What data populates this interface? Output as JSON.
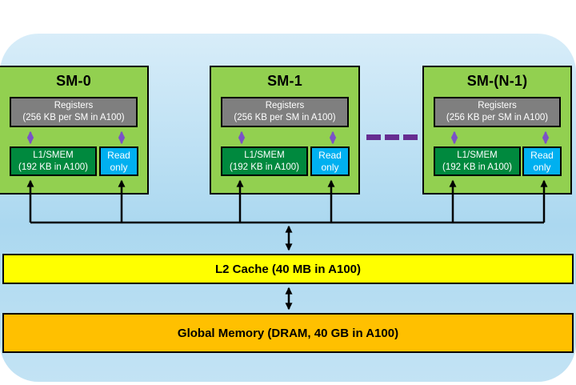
{
  "colors": {
    "sm_green": "#92D050",
    "registers_gray": "#7F7F7F",
    "l1_green": "#00893E",
    "readonly_blue": "#00B0F0",
    "l2_yellow": "#FFFF00",
    "global_orange": "#FFC000",
    "arrow_purple": "#7B52C7",
    "dash_purple": "#662D91",
    "line_black": "#000000",
    "text_white": "#FFFFFF",
    "text_black": "#000000",
    "panel_blue": "#ABD8F0"
  },
  "sm_units": [
    {
      "title": "SM-0",
      "registers": {
        "line1": "Registers",
        "line2": "(256 KB per SM in A100)"
      },
      "l1": {
        "line1": "L1/SMEM",
        "line2": "(192 KB in A100)"
      },
      "read_only": {
        "line1": "Read",
        "line2": "only"
      }
    },
    {
      "title": "SM-1",
      "registers": {
        "line1": "Registers",
        "line2": "(256 KB per SM in A100)"
      },
      "l1": {
        "line1": "L1/SMEM",
        "line2": "(192 KB in A100)"
      },
      "read_only": {
        "line1": "Read",
        "line2": "only"
      }
    },
    {
      "title": "SM-(N-1)",
      "registers": {
        "line1": "Registers",
        "line2": "(256 KB per SM in A100)"
      },
      "l1": {
        "line1": "L1/SMEM",
        "line2": "(192 KB in A100)"
      },
      "read_only": {
        "line1": "Read",
        "line2": "only"
      }
    }
  ],
  "l2_cache": {
    "label": "L2 Cache (40 MB in A100)"
  },
  "global_memory": {
    "label": "Global Memory (DRAM, 40 GB in A100)"
  },
  "connectors": {
    "continuation_dashes_count": 3,
    "register_l1_arrow_icon": "bidirectional-arrow",
    "bus_arrow_icon": "up-arrow",
    "l2_link_icon": "bidirectional-arrow"
  }
}
